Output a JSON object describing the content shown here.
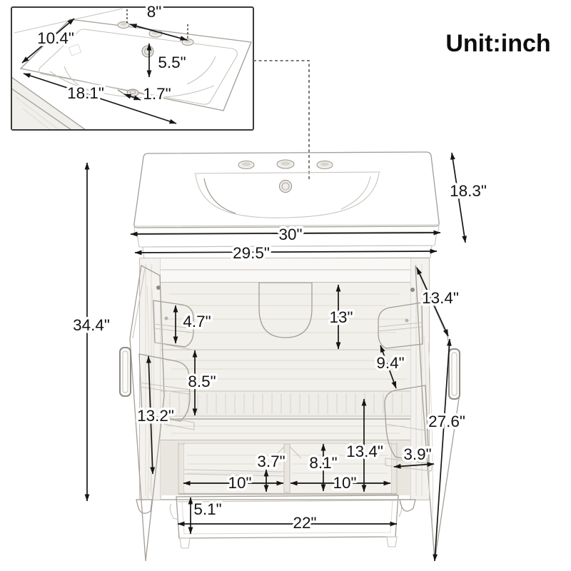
{
  "unit_label": "Unit:inch",
  "inset": {
    "hole_spacing": "8\"",
    "top_depth": "10.4\"",
    "hole_to_basin": "5.5\"",
    "basin_width": "18.1\"",
    "drain_width": "1.7\""
  },
  "dims": {
    "sink_depth": "18.3\"",
    "sink_width": "30\"",
    "cabinet_width": "29.5\"",
    "overall_height": "34.4\"",
    "door_depth_top": "13.4\"",
    "cutout_height": "13\"",
    "top_rack_height": "4.7\"",
    "rack_gap_height": "8.5\"",
    "right_rack_height": "9.4\"",
    "left_door_width": "13.2\"",
    "door_height": "27.6\"",
    "bottom_section_height": "13.4\"",
    "right_rack_depth": "3.9\"",
    "divider_height": "3.7\"",
    "drawer_inner_depth": "8.1\"",
    "left_compartment_width": "10\"",
    "right_compartment_width": "10\"",
    "drawer_front_height": "5.1\"",
    "drawer_width": "22\""
  }
}
